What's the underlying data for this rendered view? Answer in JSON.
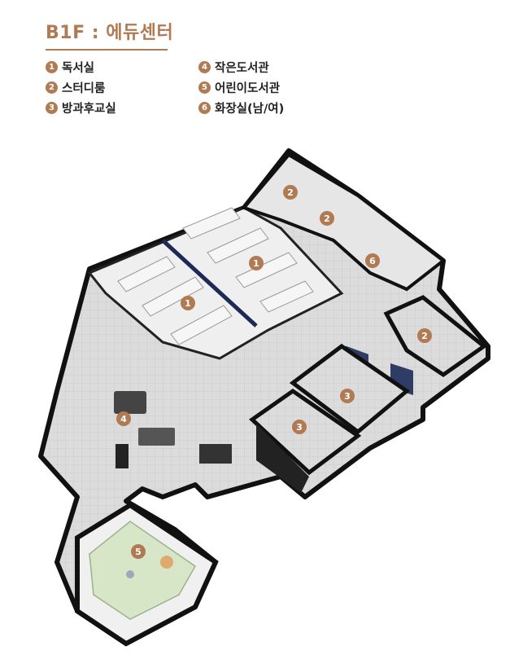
{
  "header": {
    "title": "B1F : 에듀센터"
  },
  "legend": [
    {
      "num": "1",
      "label": "독서실"
    },
    {
      "num": "2",
      "label": "스터디룸"
    },
    {
      "num": "3",
      "label": "방과후교실"
    },
    {
      "num": "4",
      "label": "작은도서관"
    },
    {
      "num": "5",
      "label": "어린이도서관"
    },
    {
      "num": "6",
      "label": "화장실(남/여)"
    }
  ],
  "markers": [
    "1",
    "1",
    "2",
    "2",
    "2",
    "6",
    "3",
    "3",
    "4",
    "5"
  ],
  "colors": {
    "accent": "#b07a52",
    "wall": "#111111",
    "floor": "#d9d9d9",
    "green_room": "#d8e6c8"
  }
}
